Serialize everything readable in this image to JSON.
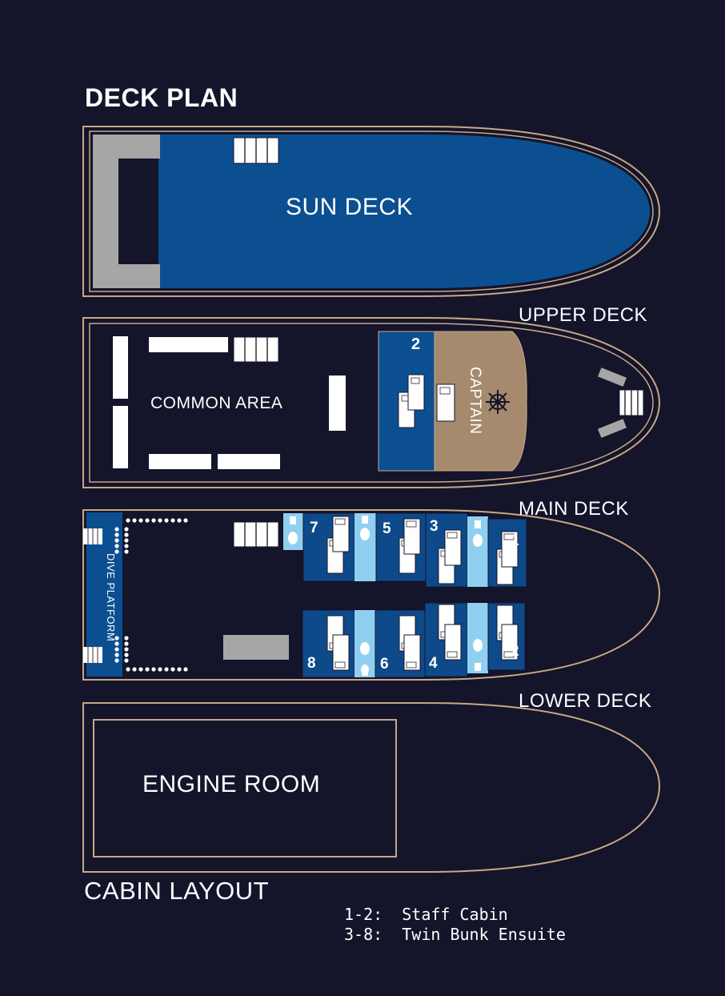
{
  "title": "DECK PLAN",
  "colors": {
    "background": "#14142b",
    "hull_outline": "#c8a886",
    "deck_blue": "#0b4f91",
    "cabin_blue": "#0e4a8a",
    "bathroom_blue": "#8fd0f0",
    "captain_brown": "#a68a6e",
    "gray": "#a6a6a6",
    "white": "#ffffff"
  },
  "decks": {
    "sun": {
      "label": "SUN DECK"
    },
    "upper": {
      "label": "UPPER DECK",
      "common_area": "COMMON AREA",
      "captain": "CAPTAIN",
      "cabin": "2"
    },
    "main": {
      "label": "MAIN DECK",
      "dive_platform": "DIVE PLATFORM",
      "cabins": [
        "1",
        "2",
        "3",
        "4",
        "5",
        "6",
        "7",
        "8"
      ]
    },
    "lower": {
      "label": "LOWER DECK",
      "engine_room": "ENGINE ROOM"
    }
  },
  "cabin_layout": {
    "title": "CABIN LAYOUT",
    "entries": [
      {
        "range": "1-2:",
        "description": "Staff Cabin"
      },
      {
        "range": "3-8:",
        "description": "Twin Bunk Ensuite"
      }
    ]
  }
}
